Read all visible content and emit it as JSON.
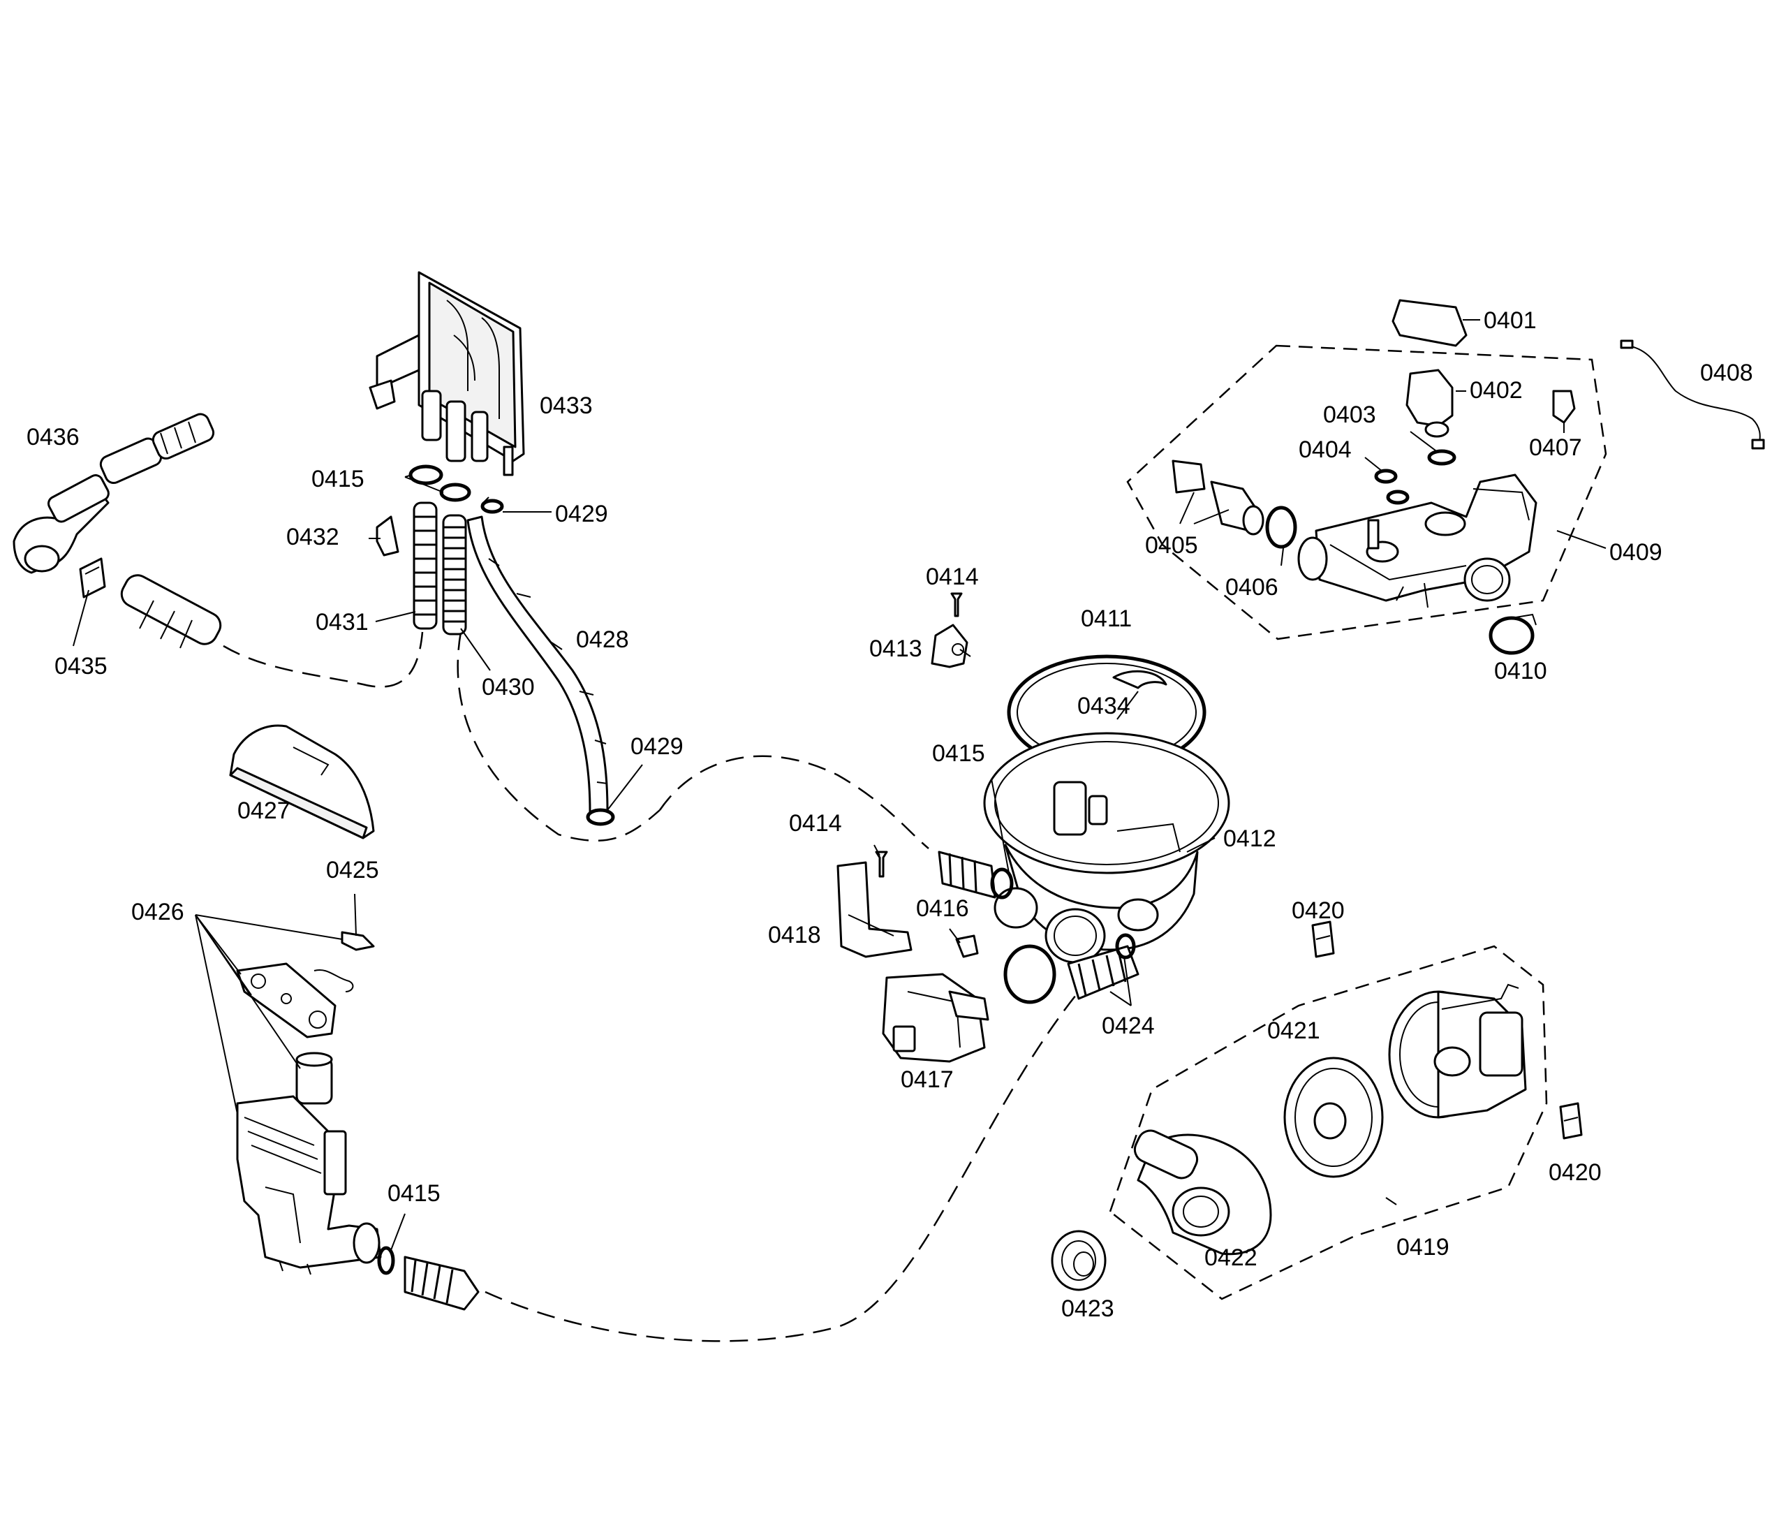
{
  "labels": {
    "p0401": "0401",
    "p0402": "0402",
    "p0403": "0403",
    "p0404": "0404",
    "p0405": "0405",
    "p0406": "0406",
    "p0407": "0407",
    "p0408": "0408",
    "p0409": "0409",
    "p0410": "0410",
    "p0411": "0411",
    "p0412": "0412",
    "p0413": "0413",
    "p0414a": "0414",
    "p0414b": "0414",
    "p0415a": "0415",
    "p0415b": "0415",
    "p0415c": "0415",
    "p0416": "0416",
    "p0417": "0417",
    "p0418": "0418",
    "p0419": "0419",
    "p0420a": "0420",
    "p0420b": "0420",
    "p0421": "0421",
    "p0422": "0422",
    "p0423": "0423",
    "p0424": "0424",
    "p0425": "0425",
    "p0426": "0426",
    "p0427": "0427",
    "p0428": "0428",
    "p0429a": "0429",
    "p0429b": "0429",
    "p0430": "0430",
    "p0431": "0431",
    "p0432": "0432",
    "p0433": "0433",
    "p0434": "0434",
    "p0435": "0435",
    "p0436": "0436"
  }
}
